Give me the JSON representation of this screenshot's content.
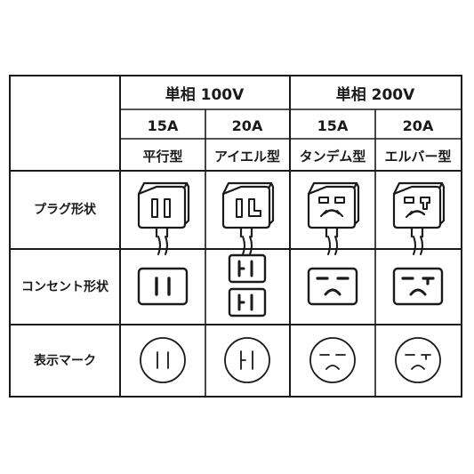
{
  "header": {
    "group_100v": "単相 100V",
    "group_200v": "単相 200V",
    "amps": [
      "15A",
      "20A",
      "15A",
      "20A"
    ],
    "types": [
      "平行型",
      "アイエル型",
      "タンデム型",
      "エルバー型"
    ]
  },
  "rows": {
    "plug": "プラグ形状",
    "outlet": "コンセント形状",
    "mark": "表示マーク"
  }
}
